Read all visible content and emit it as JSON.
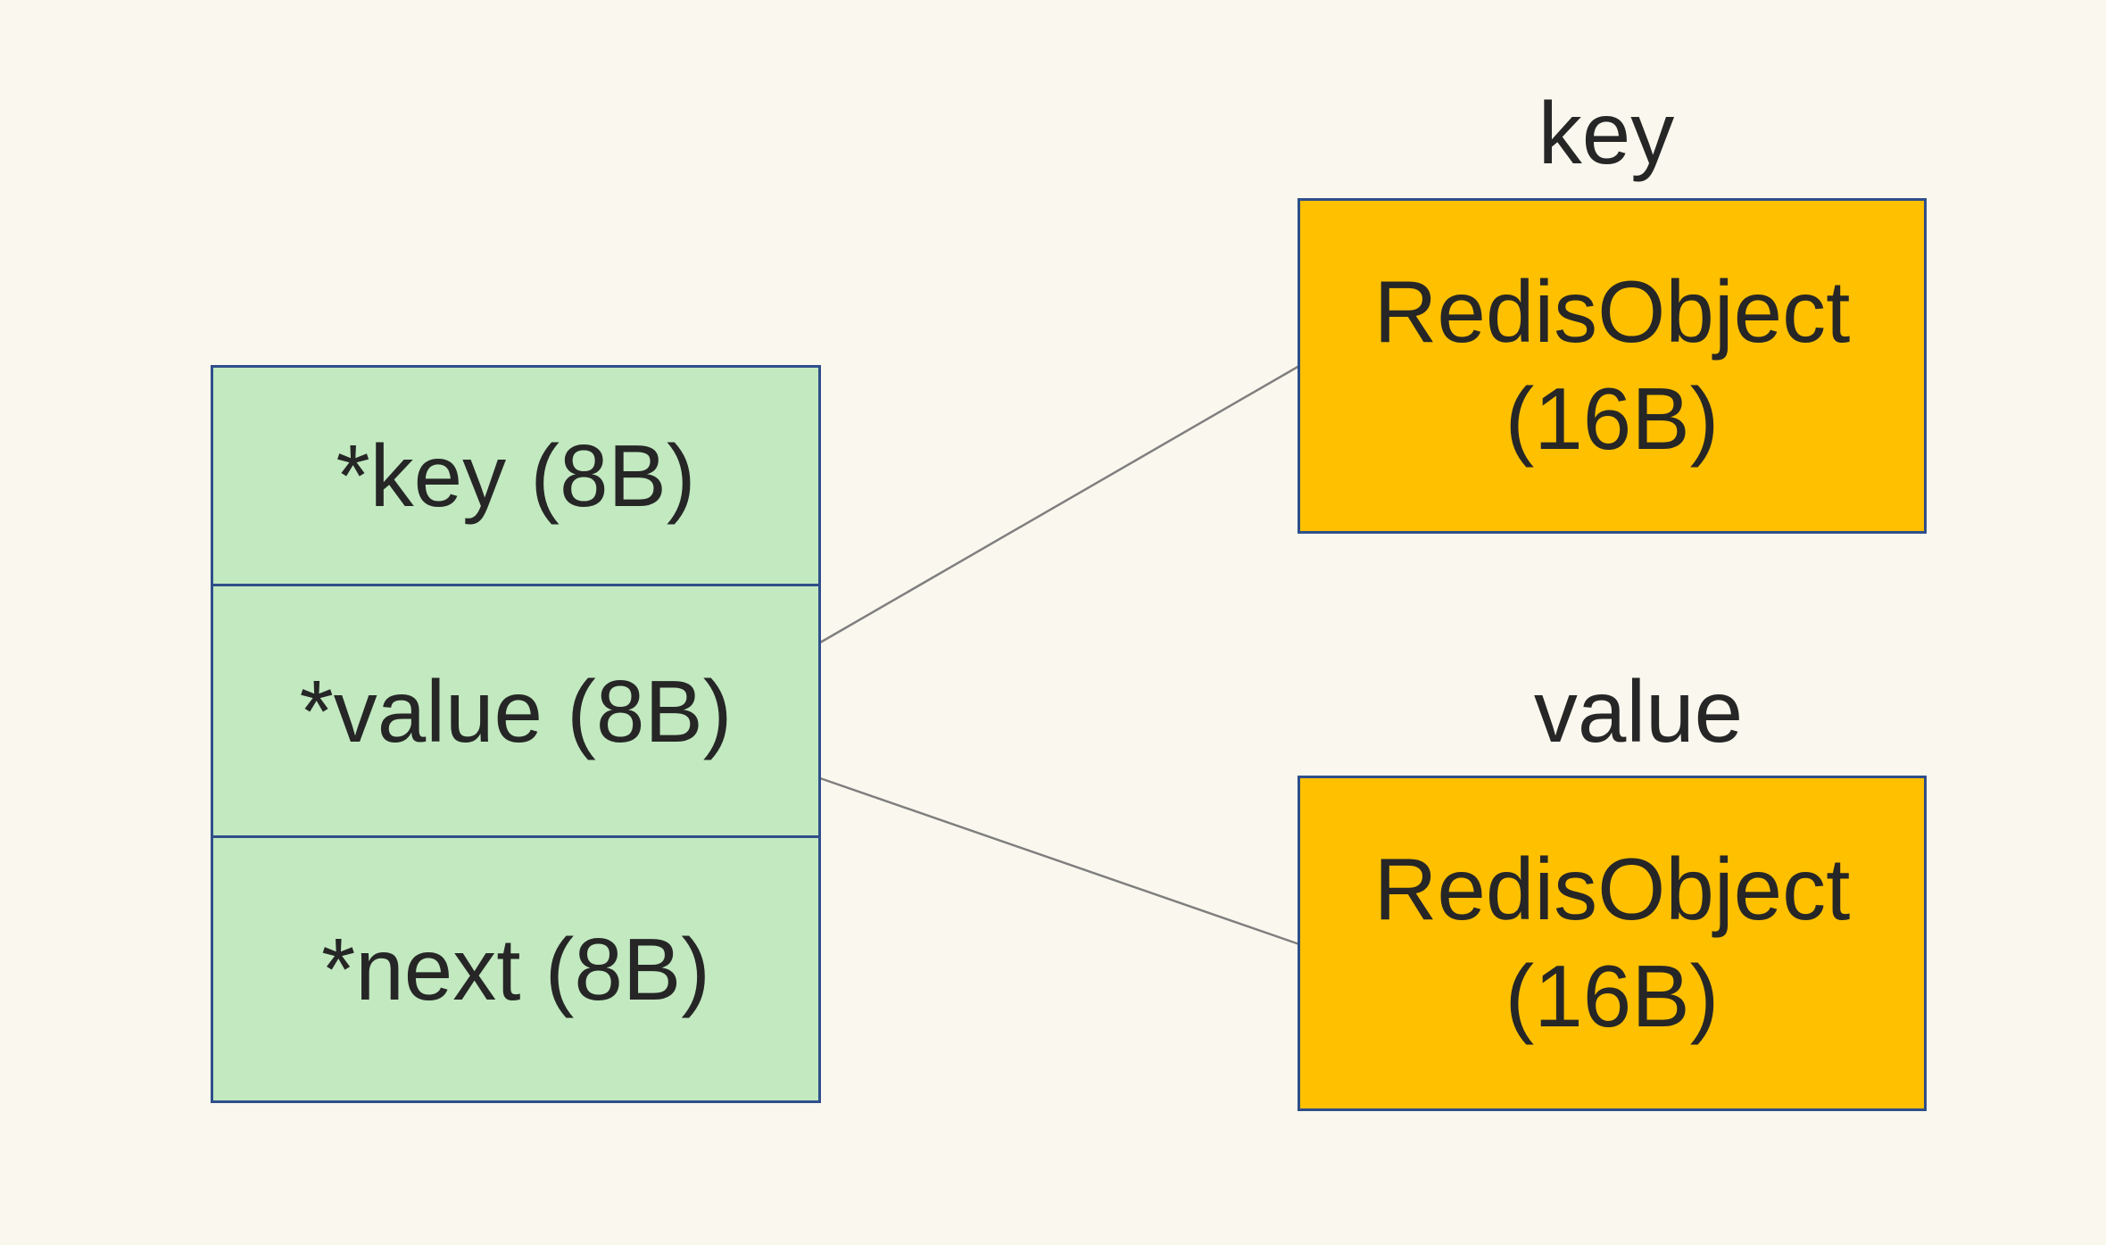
{
  "colors": {
    "background": "#FAF8EE",
    "entry_fill": "#C2E9C0",
    "object_fill": "#FFC000",
    "border": "#2F4F8A",
    "line": "#7F7F7F",
    "text": "#262626"
  },
  "entry": {
    "cells": [
      {
        "label": "*key (8B)"
      },
      {
        "label": "*value (8B)"
      },
      {
        "label": "*next (8B)"
      }
    ]
  },
  "objects": [
    {
      "caption": "key",
      "line1": "RedisObject",
      "line2": "(16B)"
    },
    {
      "caption": "value",
      "line1": "RedisObject",
      "line2": "(16B)"
    }
  ]
}
